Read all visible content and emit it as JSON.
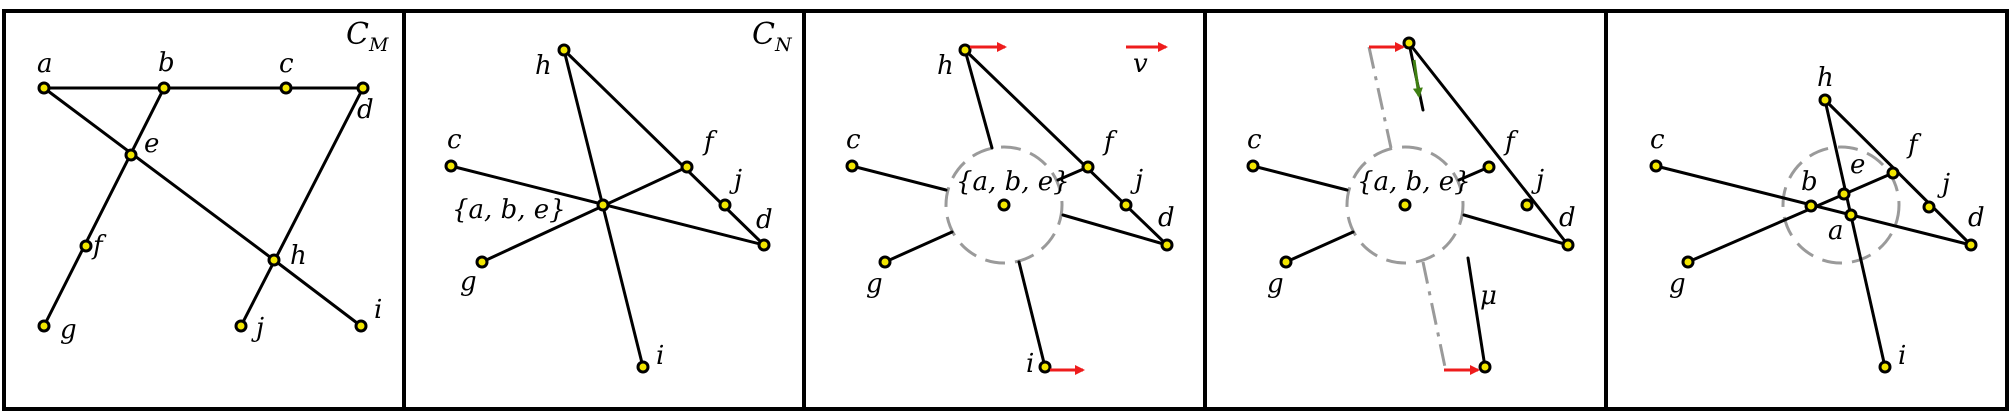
{
  "panels": [
    {
      "title": "C",
      "title_sub": "M",
      "labels": [
        "a",
        "b",
        "c",
        "d",
        "e",
        "f",
        "g",
        "h",
        "j",
        "i"
      ]
    },
    {
      "title": "C",
      "title_sub": "N",
      "labels": [
        "h",
        "c",
        "{a, b, e}",
        "f",
        "j",
        "d",
        "g",
        "i"
      ]
    },
    {
      "labels": [
        "h",
        "v",
        "c",
        "{a, b, e}",
        "f",
        "j",
        "d",
        "g",
        "i"
      ]
    },
    {
      "labels": [
        "c",
        "{a, b, e}",
        "f",
        "j",
        "d",
        "g",
        "μ"
      ]
    },
    {
      "labels": [
        "h",
        "c",
        "f",
        "e",
        "b",
        "j",
        "a",
        "d",
        "g",
        "i"
      ]
    }
  ],
  "colors": {
    "node_fill": "#f2e600",
    "arrow_red": "#ee1c1c",
    "arrow_green": "#3f7f12",
    "dashed_circle": "#9a9a9a"
  }
}
